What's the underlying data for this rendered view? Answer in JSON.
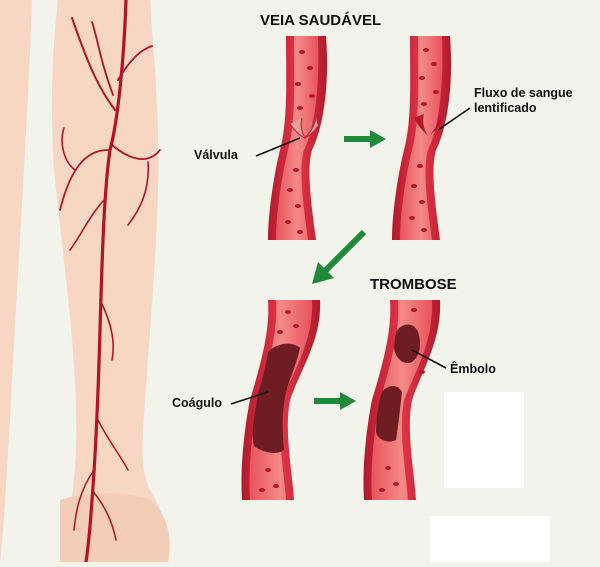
{
  "labels": {
    "healthy_title": "VEIA SAUDÁVEL",
    "thrombosis_title": "TROMBOSE",
    "valve": "Válvula",
    "slowed_flow_line1": "Fluxo de sangue",
    "slowed_flow_line2": "lentificado",
    "clot": "Coágulo",
    "embolus": "Êmbolo"
  },
  "colors": {
    "background": "#f2f3ea",
    "skin": "#f7d7c3",
    "vein_red": "#b3132a",
    "vein_wall": "#d02a3c",
    "vein_lumen": "#ea5d66",
    "clot": "#6e1e22",
    "arrow_green": "#1f8a3a"
  }
}
